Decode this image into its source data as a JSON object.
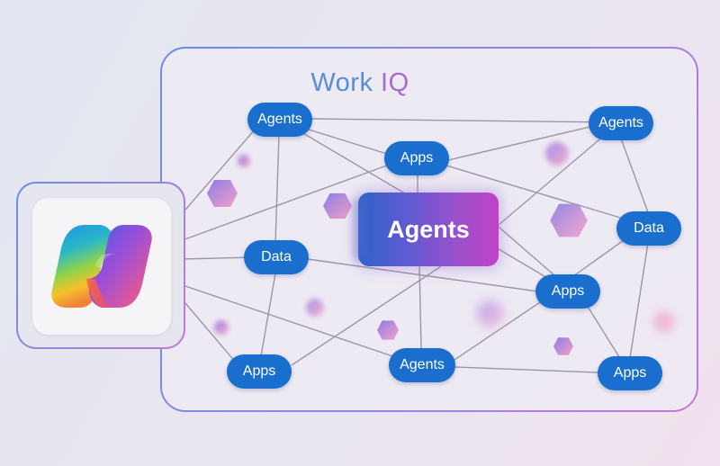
{
  "frame": {
    "title_work": "Work",
    "title_iq": "IQ"
  },
  "center": {
    "label": "Agents"
  },
  "nodes": [
    {
      "id": "agents-top-left",
      "label": "Agents"
    },
    {
      "id": "agents-top-right",
      "label": "Agents"
    },
    {
      "id": "apps-top",
      "label": "Apps"
    },
    {
      "id": "data-left",
      "label": "Data"
    },
    {
      "id": "data-right",
      "label": "Data"
    },
    {
      "id": "apps-right",
      "label": "Apps"
    },
    {
      "id": "apps-bottom-left",
      "label": "Apps"
    },
    {
      "id": "agents-bottom",
      "label": "Agents"
    },
    {
      "id": "apps-bottom-right",
      "label": "Apps"
    }
  ],
  "colors": {
    "node": "#1a6fce",
    "edge": "#9a96a8",
    "frame_gradient_start": "#6a8fe6",
    "frame_gradient_end": "#c478d8"
  },
  "logo": {
    "icon": "copilot-logo-icon"
  }
}
